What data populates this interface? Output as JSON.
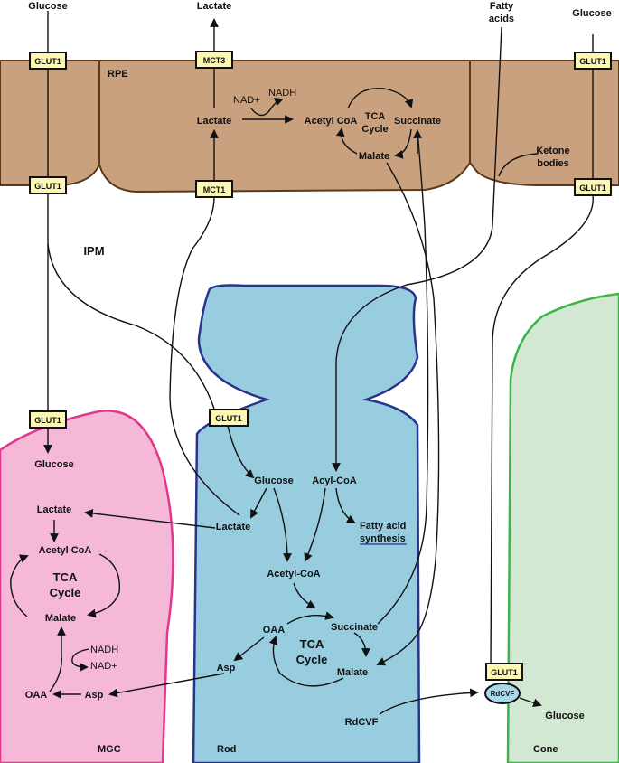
{
  "colors": {
    "rpe": "#c9a17e",
    "rpe_border": "#5a3a1a",
    "mgc": "#f5b8d6",
    "mgc_border": "#e2378c",
    "rod": "#98cde0",
    "rod_border": "#27348b",
    "cone": "#d3e8d3",
    "cone_border": "#3cb44b",
    "transporter": "#fdf7b4",
    "rdcvf": "#a8d8ea"
  },
  "top": {
    "glucose_left": "Glucose",
    "lactate": "Lactate",
    "fatty_acids_1": "Fatty",
    "fatty_acids_2": "acids",
    "glucose_right": "Glucose"
  },
  "rpe": {
    "label": "RPE",
    "nad": "NAD+",
    "nadh": "NADH",
    "lactate": "Lactate",
    "acetyl_coa": "Acetyl CoA",
    "tca_1": "TCA",
    "tca_2": "Cycle",
    "succinate": "Succinate",
    "malate": "Malate",
    "ketone_1": "Ketone",
    "ketone_2": "bodies"
  },
  "transporters": {
    "glut1": "GLUT1",
    "mct3": "MCT3",
    "mct1": "MCT1"
  },
  "ipm": {
    "label": "IPM"
  },
  "mgc": {
    "label": "MGC",
    "glucose": "Glucose",
    "lactate": "Lactate",
    "acetyl_coa": "Acetyl CoA",
    "tca_1": "TCA",
    "tca_2": "Cycle",
    "malate": "Malate",
    "nadh": "NADH",
    "nad": "NAD+",
    "oaa": "OAA",
    "asp": "Asp"
  },
  "rod": {
    "label": "Rod",
    "glucose": "Glucose",
    "acyl_coa": "Acyl-CoA",
    "lactate": "Lactate",
    "fatty_1": "Fatty acid",
    "fatty_2": "synthesis",
    "acetyl_coa": "Acetyl-CoA",
    "oaa": "OAA",
    "succinate": "Succinate",
    "tca_1": "TCA",
    "tca_2": "Cycle",
    "malate": "Malate",
    "asp": "Asp",
    "rdcvf_in": "RdCVF"
  },
  "cone": {
    "label": "Cone",
    "rdcvf": "RdCVF",
    "glucose": "Glucose"
  }
}
